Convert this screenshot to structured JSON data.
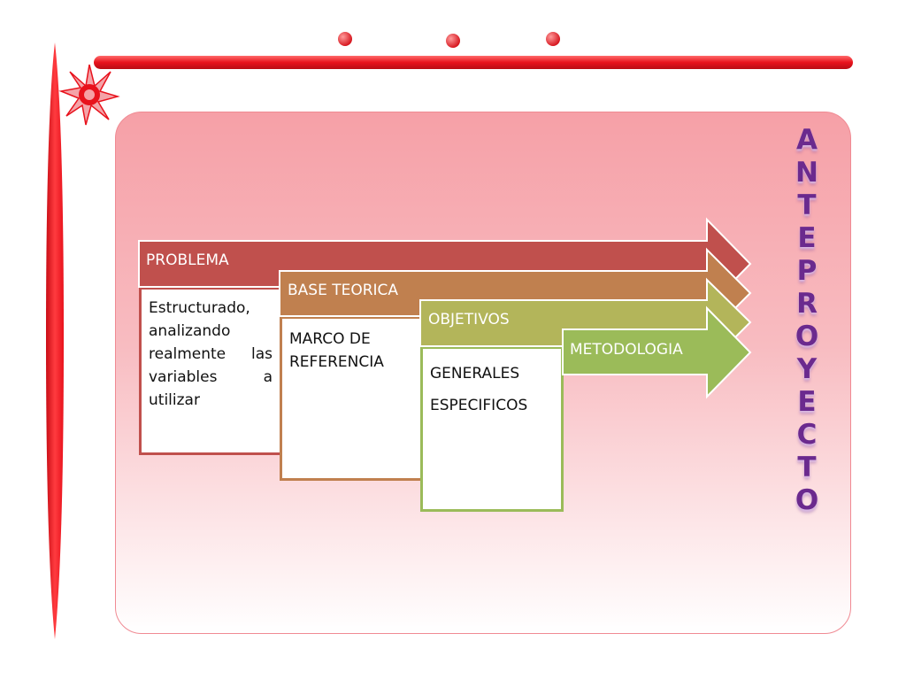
{
  "title_letters": [
    "A",
    "N",
    "T",
    "E",
    "P",
    "R",
    "O",
    "Y",
    "E",
    "C",
    "T",
    "O"
  ],
  "colors": {
    "accent_red": "#e8121c",
    "problema": "#c0504d",
    "base_teorica": "#c0804f",
    "objetivos": "#b3b55a",
    "metodologia": "#9bbb59",
    "title_purple": "#6b2a8e"
  },
  "steps": [
    {
      "label": "PROBLEMA",
      "body_lines": [
        "Estructurado,",
        "analizando",
        "realmente las",
        "variables a",
        "utilizar"
      ]
    },
    {
      "label": "BASE TEORICA",
      "body_lines": [
        "MARCO DE",
        "REFERENCIA"
      ]
    },
    {
      "label": "OBJETIVOS",
      "body_lines": [
        "GENERALES",
        "ESPECIFICOS"
      ]
    },
    {
      "label": "METODOLOGIA",
      "body_lines": []
    }
  ]
}
